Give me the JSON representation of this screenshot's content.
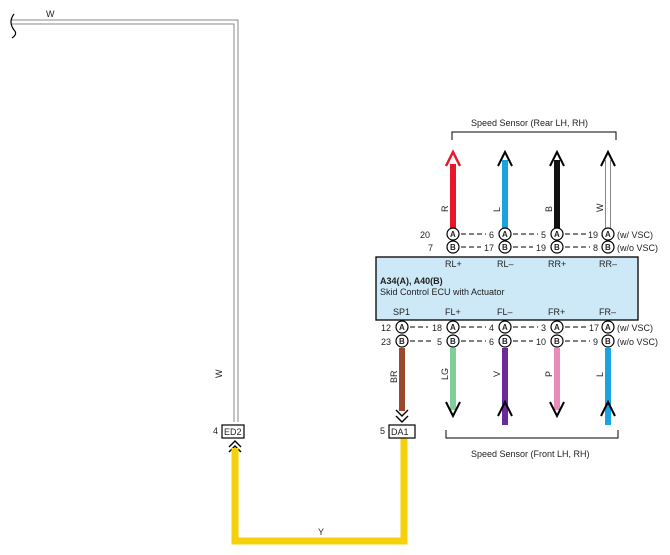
{
  "ecu": {
    "title": "A34(A), A40(B)",
    "subtitle": "Skid Control ECU with Actuator",
    "fill": "#cde9f7"
  },
  "top_terminals": [
    "RL+",
    "RL–",
    "RR+",
    "RR–"
  ],
  "bottom_terminals": [
    "SP1",
    "FL+",
    "FL–",
    "FR+",
    "FR–"
  ],
  "top_sensor_label": "Speed Sensor (Rear LH,  RH)",
  "bottom_sensor_label": "Speed Sensor (Front LH,  RH)",
  "vsc_a": "(w/ VSC)",
  "vsc_b": "(w/o VSC)",
  "pin_a": "A",
  "pin_b": "B",
  "top_pins": [
    {
      "a_left": "20",
      "b_left": "7",
      "a_right": "6",
      "b_right": "17"
    },
    {
      "a_right": "5",
      "b_right": "19"
    },
    {
      "a_right": "19",
      "b_right": "8"
    }
  ],
  "bottom_pins": {
    "sp1": {
      "a": "12",
      "b": "23"
    },
    "fl_plus": {
      "a": "18",
      "b": "5"
    },
    "fl_minus": {
      "a": "4",
      "b": "6"
    },
    "fr_plus": {
      "a": "3",
      "b": "10"
    },
    "fr_minus": {
      "a": "17",
      "b": "9"
    }
  },
  "wires": {
    "top": [
      {
        "label": "R",
        "color": "#e8182a"
      },
      {
        "label": "L",
        "color": "#1aa3e0"
      },
      {
        "label": "B",
        "color": "#111111"
      },
      {
        "label": "W",
        "color": "#ffffff"
      }
    ],
    "bottom": [
      {
        "label": "BR",
        "color": "#9a4a2a"
      },
      {
        "label": "LG",
        "color": "#7fcf9a"
      },
      {
        "label": "V",
        "color": "#6a2a9a"
      },
      {
        "label": "P",
        "color": "#e98ab8"
      },
      {
        "label": "L",
        "color": "#1aa3e0"
      }
    ],
    "left_w_top": "W",
    "left_w_vertical": "W",
    "yellow": {
      "label": "Y",
      "color": "#f5d10a"
    }
  },
  "connectors": {
    "ed2": {
      "pin": "4",
      "name": "ED2"
    },
    "da1": {
      "pin": "5",
      "name": "DA1"
    }
  }
}
